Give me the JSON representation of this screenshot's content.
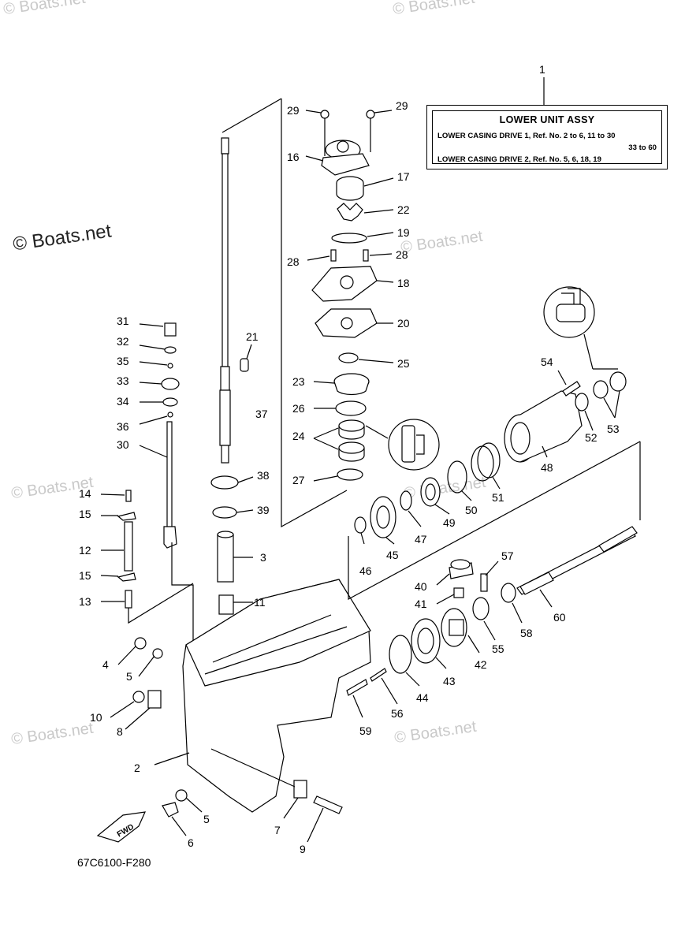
{
  "watermarks": {
    "main": "© Boats.net",
    "faint": "© Boats.net"
  },
  "legend": {
    "title": "LOWER UNIT ASSY",
    "line1": "LOWER CASING DRIVE 1,  Ref. No. 2 to 6, 11 to 30",
    "line2": "33 to 60",
    "line3": "LOWER CASING DRIVE 2,  Ref. No. 5, 6, 18, 19"
  },
  "diagram_code": "67C6100-F280",
  "fwd_label": "FWD",
  "parts": {
    "p1": "1",
    "p2": "2",
    "p3": "3",
    "p4": "4",
    "p5a": "5",
    "p5b": "5",
    "p6": "6",
    "p7": "7",
    "p8": "8",
    "p9": "9",
    "p10": "10",
    "p11": "11",
    "p12": "12",
    "p13": "13",
    "p14": "14",
    "p15a": "15",
    "p15b": "15",
    "p16": "16",
    "p17": "17",
    "p18": "18",
    "p19": "19",
    "p20": "20",
    "p21": "21",
    "p22": "22",
    "p23": "23",
    "p24": "24",
    "p25": "25",
    "p26": "26",
    "p27": "27",
    "p28a": "28",
    "p28b": "28",
    "p29a": "29",
    "p29b": "29",
    "p30": "30",
    "p31": "31",
    "p32": "32",
    "p33": "33",
    "p34": "34",
    "p35": "35",
    "p36": "36",
    "p37": "37",
    "p38": "38",
    "p39": "39",
    "p40": "40",
    "p41": "41",
    "p42": "42",
    "p43": "43",
    "p44": "44",
    "p45": "45",
    "p46": "46",
    "p47": "47",
    "p48": "48",
    "p49": "49",
    "p50": "50",
    "p51": "51",
    "p52": "52",
    "p53": "53",
    "p54": "54",
    "p55": "55",
    "p56": "56",
    "p57": "57",
    "p58": "58",
    "p59": "59",
    "p60": "60"
  }
}
